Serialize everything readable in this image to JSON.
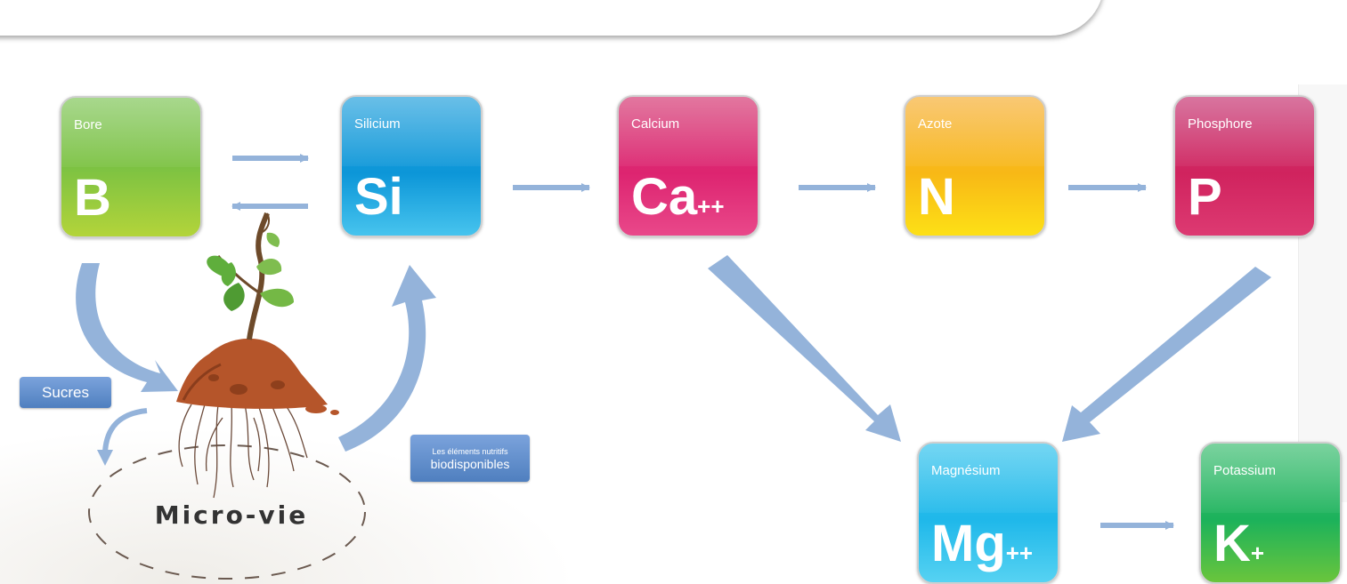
{
  "tiles": {
    "bore": {
      "name": "Bore",
      "symbol": "B",
      "charge": ""
    },
    "silicium": {
      "name": "Silicium",
      "symbol": "Si",
      "charge": ""
    },
    "calcium": {
      "name": "Calcium",
      "symbol": "Ca",
      "charge": "++"
    },
    "azote": {
      "name": "Azote",
      "symbol": "N",
      "charge": ""
    },
    "phosphore": {
      "name": "Phosphore",
      "symbol": "P",
      "charge": ""
    },
    "magnesium": {
      "name": "Magnésium",
      "symbol": "Mg",
      "charge": "++"
    },
    "potassium": {
      "name": "Potassium",
      "symbol": "K",
      "charge": "+"
    }
  },
  "labels": {
    "sucres": "Sucres",
    "elements_small": "Les éléments nutritifs",
    "elements_big": "biodisponibles",
    "microvie": "Micro-vie"
  },
  "colors": {
    "arrow": "#94b3da",
    "label_box": "#5b88c4",
    "bore": "#7cc242",
    "silicium": "#0c96d8",
    "calcium": "#dd2470",
    "azote": "#f8b816",
    "phosphore": "#d0235e",
    "magnesium": "#1fb8ea",
    "potassium": "#1cb25b"
  }
}
